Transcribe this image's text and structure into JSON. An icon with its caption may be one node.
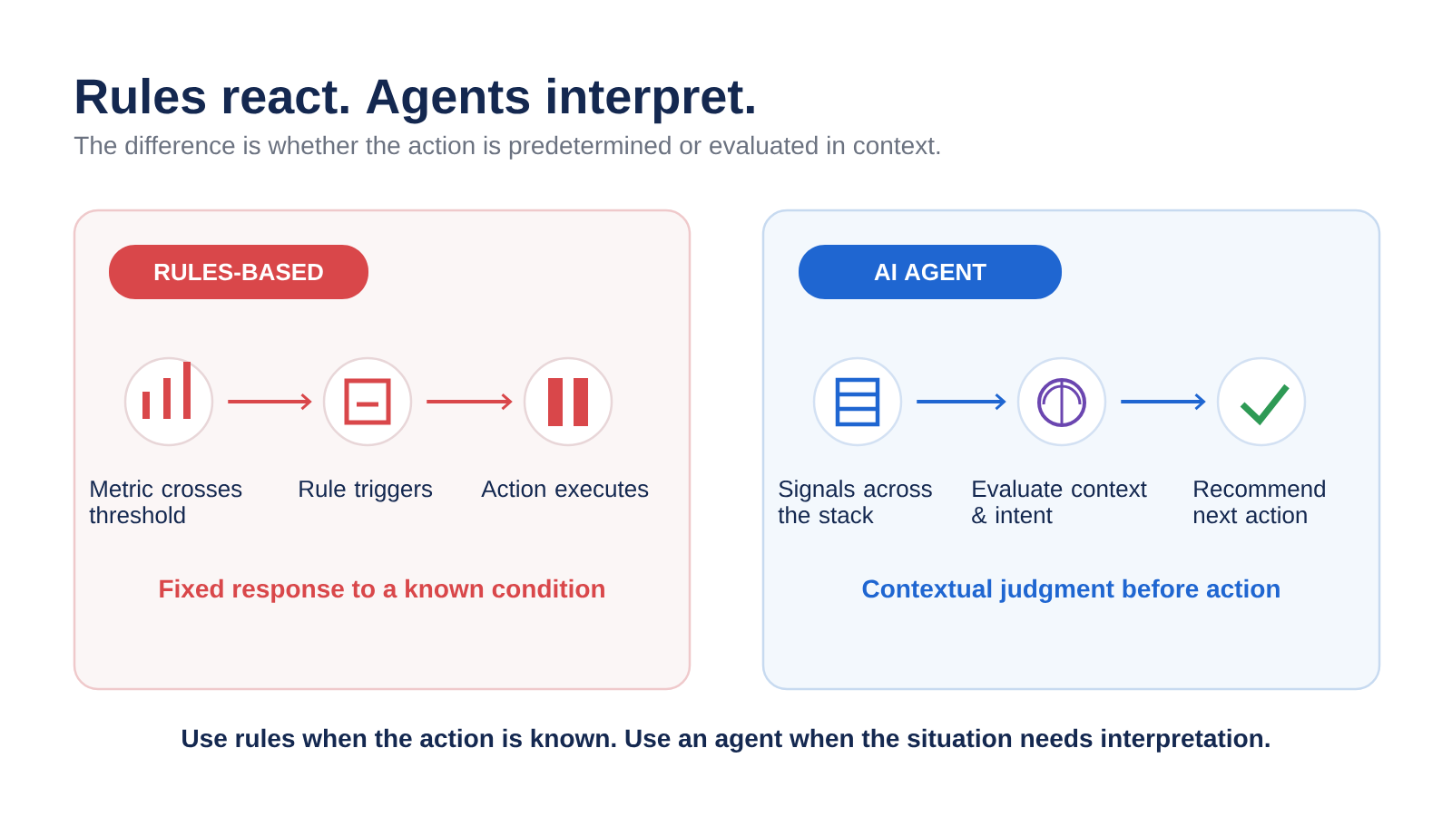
{
  "diagram": {
    "title": "Rules react. Agents interpret.",
    "caption": "Use rules when the action is known. Use an agent when the situation needs interpretation.",
    "nodes": [
      {
        "text": [
          "Fixed response to a known condition"
        ]
      },
      {
        "text": [
          "RULES-BASED"
        ],
        "in": 0
      },
      {
        "text": [],
        "shape": "circle",
        "beside": [
          "Metric crosses threshold"
        ],
        "in": 0
      },
      {
        "text": [],
        "shape": "circle",
        "beside": [
          "Rule triggers"
        ],
        "in": 0
      },
      {
        "text": [],
        "shape": "circle",
        "beside": [
          "Action executes"
        ],
        "in": 0
      },
      {
        "text": [
          "Contextual judgment before action"
        ]
      },
      {
        "text": [
          "AI AGENT"
        ],
        "in": 5
      },
      {
        "text": [],
        "shape": "circle",
        "beside": [
          "Signals across the stack"
        ],
        "in": 5
      },
      {
        "text": [],
        "shape": "circle",
        "beside": [
          "Evaluate context & intent"
        ],
        "in": 5
      },
      {
        "text": [],
        "shape": "circle",
        "beside": [
          "Recommend next action"
        ],
        "in": 5
      }
    ],
    "edges": [
      {
        "from": 2,
        "to": 3,
        "arrow": "to",
        "color": "#d9474a"
      },
      {
        "from": 3,
        "to": 4,
        "arrow": "to",
        "color": "#d9474a"
      },
      {
        "from": 7,
        "to": 8,
        "arrow": "to",
        "color": "#1f66d1"
      },
      {
        "from": 8,
        "to": 9,
        "arrow": "to",
        "color": "#1f66d1"
      }
    ],
    "labels": [
      "The difference is whether the action is predetermined or evaluated in context."
    ]
  }
}
